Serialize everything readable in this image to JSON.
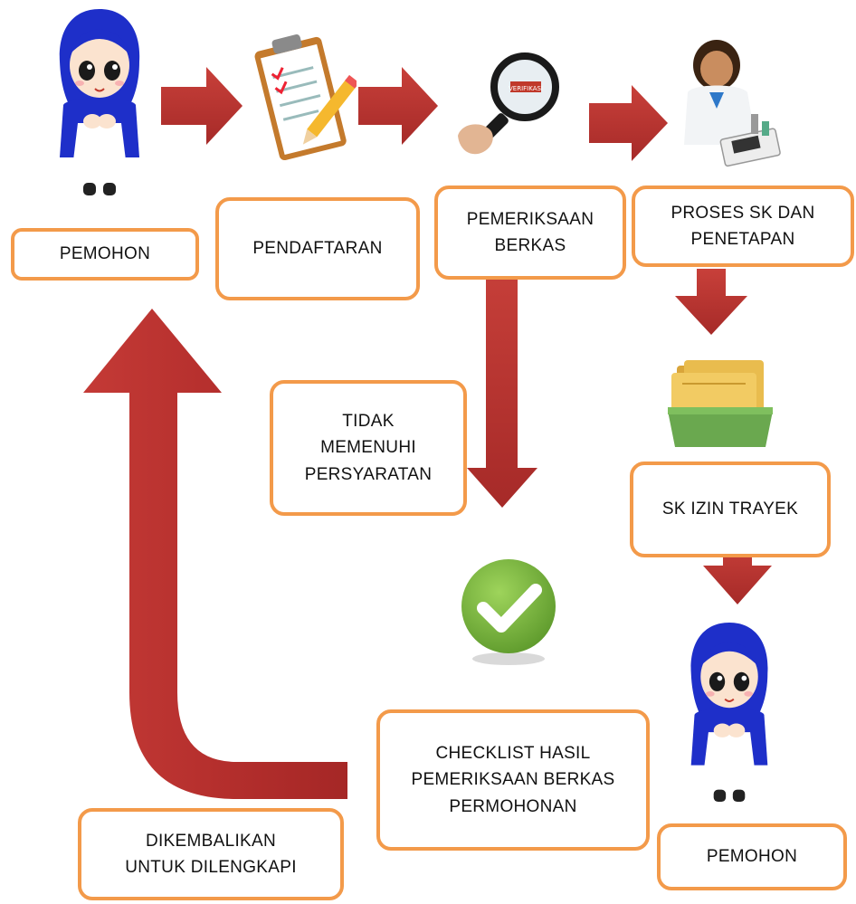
{
  "colors": {
    "arrow": "#B8302E",
    "arrow_light": "#D9534A",
    "box_border": "#F39A4A",
    "hijab": "#1E2FC9",
    "check": "#77B33B"
  },
  "boxes": {
    "pemohon_top": "PEMOHON",
    "pendaftaran": "PENDAFTARAN",
    "pemeriksaan": "PEMERIKSAAN\nBERKAS",
    "proses": "PROSES SK DAN\nPENETAPAN",
    "tidak": "TIDAK\nMEMENUHI\nPERSYARATAN",
    "sk_izin": "SK IZIN TRAYEK",
    "checklist": "CHECKLIST HASIL\nPEMERIKSAAN BERKAS\nPERMOHONAN",
    "dikembalikan": "DIKEMBALIKAN\nUNTUK DILENGKAPI",
    "pemohon_bottom": "PEMOHON"
  },
  "icons": [
    "hijab-girl-icon",
    "clipboard-icon",
    "magnifier-icon",
    "doctor-icon",
    "folders-icon",
    "checkmark-icon"
  ]
}
